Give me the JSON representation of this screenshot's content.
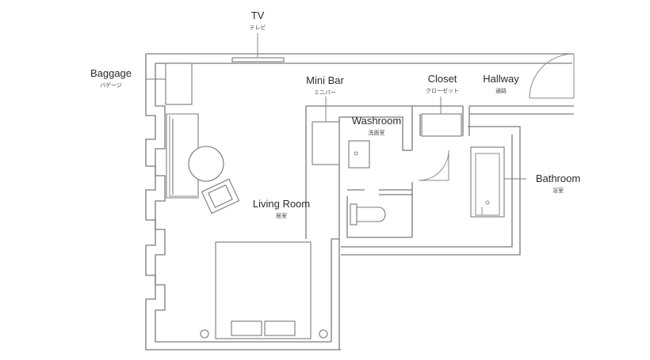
{
  "labels": {
    "tv": {
      "en": "TV",
      "jp": "テレビ"
    },
    "baggage": {
      "en": "Baggage",
      "jp": "バゲージ"
    },
    "minibar": {
      "en": "Mini Bar",
      "jp": "ミニバー"
    },
    "closet": {
      "en": "Closet",
      "jp": "クローゼット"
    },
    "hallway": {
      "en": "Hallway",
      "jp": "通路"
    },
    "washroom": {
      "en": "Washroom",
      "jp": "洗面室"
    },
    "bathroom": {
      "en": "Bathroom",
      "jp": "浴室"
    },
    "living": {
      "en": "Living Room",
      "jp": "居室"
    }
  }
}
